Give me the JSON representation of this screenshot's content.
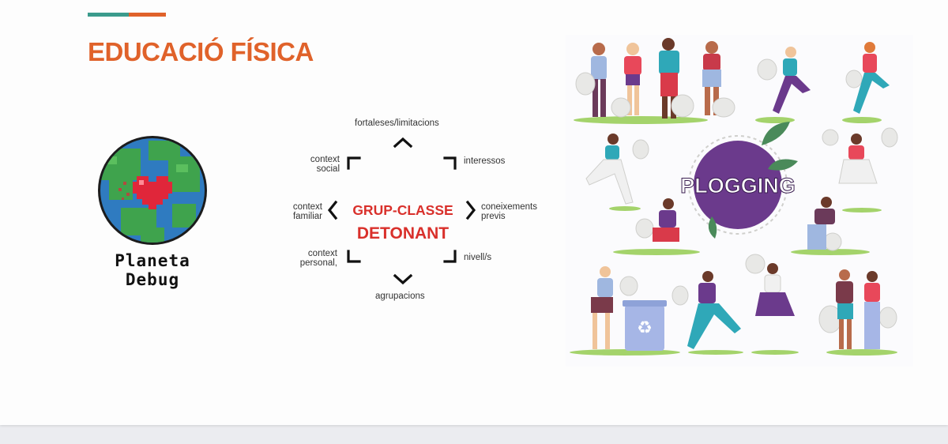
{
  "slide": {
    "title": "EDUCACIÓ FÍSICA",
    "accent_colors": {
      "teal": "#3b9b8c",
      "orange": "#e0622a"
    },
    "title_color": "#e0622a"
  },
  "logo": {
    "line1": "Planeta",
    "line2": "Debug"
  },
  "diagram": {
    "center_line1": "GRUP-CLASSE",
    "center_line2": "DETONANT",
    "center_color": "#d9302b",
    "labels": {
      "top": "fortaleses/limitacions",
      "top_left_1": "context",
      "top_left_2": "social",
      "top_right": "interessos",
      "left_1": "context",
      "left_2": "familiar",
      "right_1": "coneixements",
      "right_2": "previs",
      "bottom_left_1": "context",
      "bottom_left_2": "personal,",
      "bottom_right": "nivell/s",
      "bottom": "agrupacions"
    }
  },
  "illustration": {
    "badge_text": "PLOGGING",
    "badge_color": "#6b3a8c"
  }
}
